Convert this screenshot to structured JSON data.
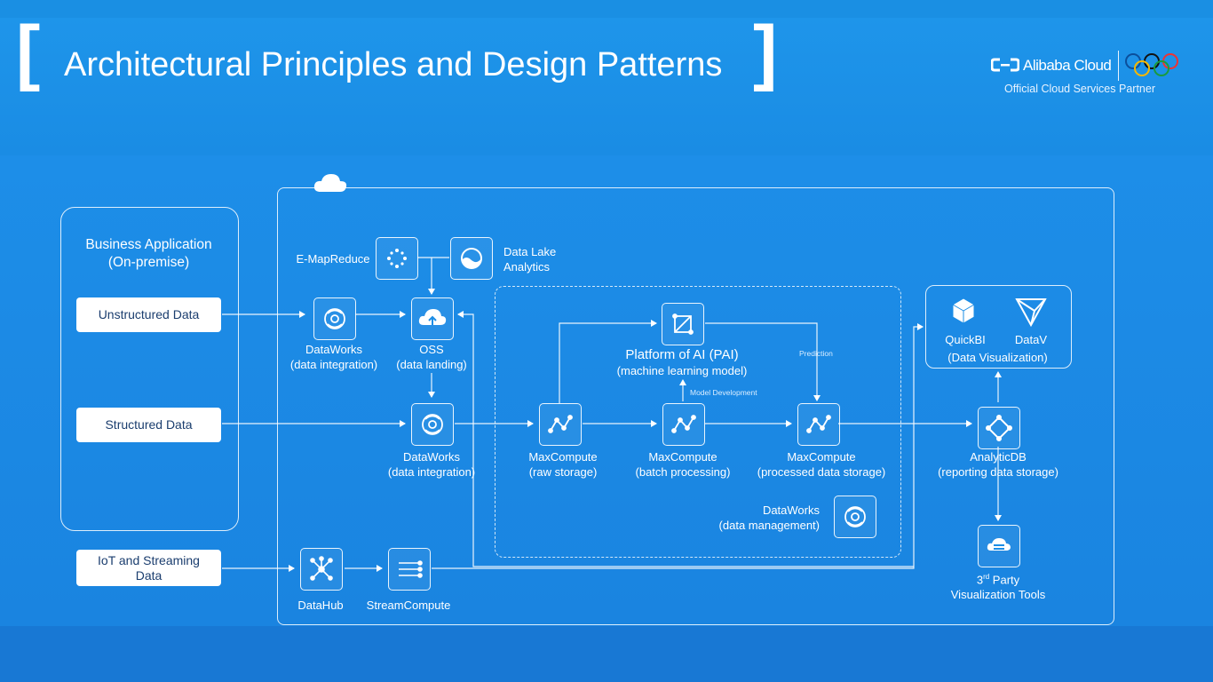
{
  "title": "Architectural Principles and Design Patterns",
  "brand": {
    "name": "Alibaba Cloud",
    "tagline": "Official Cloud Services Partner"
  },
  "sources": {
    "heading_line1": "Business Application",
    "heading_line2": "(On-premise)",
    "unstructured": "Unstructured Data",
    "structured": "Structured Data",
    "iot_line1": "IoT and Streaming",
    "iot_line2": "Data"
  },
  "nodes": {
    "emr": "E-MapReduce",
    "dla_line1": "Data Lake",
    "dla_line2": "Analytics",
    "dw_top_line1": "DataWorks",
    "dw_top_line2": "(data integration)",
    "oss_line1": "OSS",
    "oss_line2": "(data landing)",
    "dw_mid_line1": "DataWorks",
    "dw_mid_line2": "(data integration)",
    "mc_raw_line1": "MaxCompute",
    "mc_raw_line2": "(raw storage)",
    "pai_line1": "Platform of AI (PAI)",
    "pai_line2": "(machine learning model)",
    "mc_batch_line1": "MaxCompute",
    "mc_batch_line2": "(batch processing)",
    "mc_proc_line1": "MaxCompute",
    "mc_proc_line2": "(processed data storage)",
    "dw_mgmt_line1": "DataWorks",
    "dw_mgmt_line2": "(data management)",
    "quickbi": "QuickBI",
    "datav": "DataV",
    "viz": "(Data Visualization)",
    "adb_line1": "AnalyticDB",
    "adb_line2": "(reporting data storage)",
    "third_line1_num": "3",
    "third_line1_sup": "rd",
    "third_line1_rest": " Party",
    "third_line2": "Visualization Tools",
    "datahub": "DataHub",
    "streamcompute": "StreamCompute"
  },
  "edge_labels": {
    "prediction": "Prediction",
    "model_dev": "Model Development"
  }
}
